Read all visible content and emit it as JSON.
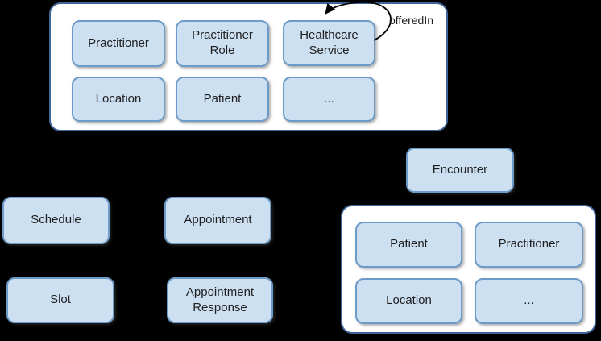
{
  "diagram": {
    "background": "#000000",
    "colors": {
      "container_fill": "#ffffff",
      "container_border": "#40659a",
      "node_fill": "#cde0f2",
      "node_border": "#6d9bc7",
      "text": "#1f1f1f",
      "arrow": "#000000"
    },
    "top_group": {
      "boxes": [
        {
          "label": "Practitioner"
        },
        {
          "label": "Practitioner Role"
        },
        {
          "label": "Healthcare Service"
        },
        {
          "label": "Location"
        },
        {
          "label": "Patient"
        },
        {
          "label": "..."
        }
      ],
      "self_loop": {
        "target": "Healthcare Service",
        "label": "offeredIn"
      }
    },
    "nodes": [
      {
        "label": "Schedule"
      },
      {
        "label": "Appointment"
      },
      {
        "label": "Slot"
      },
      {
        "label": "Appointment Response"
      },
      {
        "label": "Encounter"
      }
    ],
    "encounter_group": {
      "boxes": [
        {
          "label": "Patient"
        },
        {
          "label": "Practitioner"
        },
        {
          "label": "Location"
        },
        {
          "label": "..."
        }
      ]
    }
  }
}
